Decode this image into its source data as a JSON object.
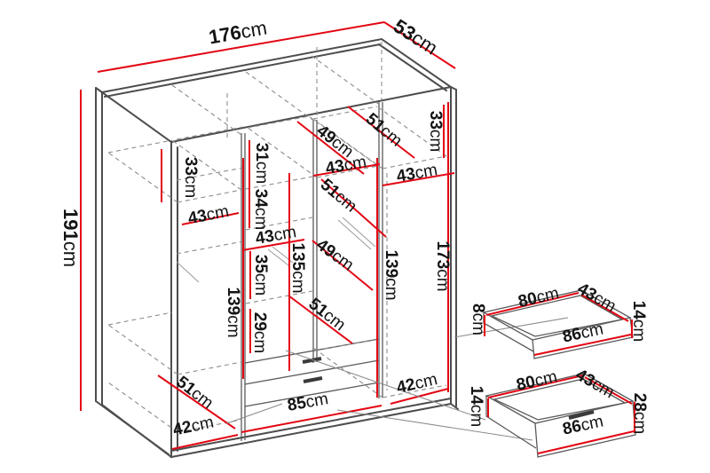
{
  "diagram": {
    "type": "furniture-dimension-diagram",
    "subject": "wardrobe with two drawer detail views",
    "unit": "cm",
    "colors": {
      "dimension_line": "#e30613",
      "outline": "#4d4d4d",
      "hidden_edge": "#8c8c8c",
      "background": "#ffffff",
      "text": "#141414"
    }
  },
  "dims": {
    "w176": {
      "v": "176",
      "u": "cm"
    },
    "d53": {
      "v": "53",
      "u": "cm"
    },
    "h191": {
      "v": "191",
      "u": "cm"
    },
    "l33": {
      "v": "33",
      "u": "cm"
    },
    "l43": {
      "v": "43",
      "u": "cm"
    },
    "m31": {
      "v": "31",
      "u": "cm"
    },
    "m34": {
      "v": "34",
      "u": "cm"
    },
    "m35": {
      "v": "35",
      "u": "cm"
    },
    "m29": {
      "v": "29",
      "u": "cm"
    },
    "c49a": {
      "v": "49",
      "u": "cm"
    },
    "c51a": {
      "v": "51",
      "u": "cm"
    },
    "r33": {
      "v": "33",
      "u": "cm"
    },
    "c43a": {
      "v": "43",
      "u": "cm"
    },
    "r43": {
      "v": "43",
      "u": "cm"
    },
    "c51b": {
      "v": "51",
      "u": "cm"
    },
    "c43b": {
      "v": "43",
      "u": "cm"
    },
    "c135": {
      "v": "135",
      "u": "cm"
    },
    "c49b": {
      "v": "49",
      "u": "cm"
    },
    "l139": {
      "v": "139",
      "u": "cm"
    },
    "r139": {
      "v": "139",
      "u": "cm"
    },
    "r173": {
      "v": "173",
      "u": "cm"
    },
    "c51c": {
      "v": "51",
      "u": "cm"
    },
    "l51": {
      "v": "51",
      "u": "cm"
    },
    "b42l": {
      "v": "42",
      "u": "cm"
    },
    "b85": {
      "v": "85",
      "u": "cm"
    },
    "b42r": {
      "v": "42",
      "u": "cm"
    },
    "d1_80": {
      "v": "80",
      "u": "cm"
    },
    "d1_43": {
      "v": "43",
      "u": "cm"
    },
    "d1_8": {
      "v": "8",
      "u": "cm"
    },
    "d1_86": {
      "v": "86",
      "u": "cm"
    },
    "d1_14": {
      "v": "14",
      "u": "cm"
    },
    "d2_80": {
      "v": "80",
      "u": "cm"
    },
    "d2_43": {
      "v": "43",
      "u": "cm"
    },
    "d2_14": {
      "v": "14",
      "u": "cm"
    },
    "d2_86": {
      "v": "86",
      "u": "cm"
    },
    "d2_28": {
      "v": "28",
      "u": "cm"
    }
  }
}
